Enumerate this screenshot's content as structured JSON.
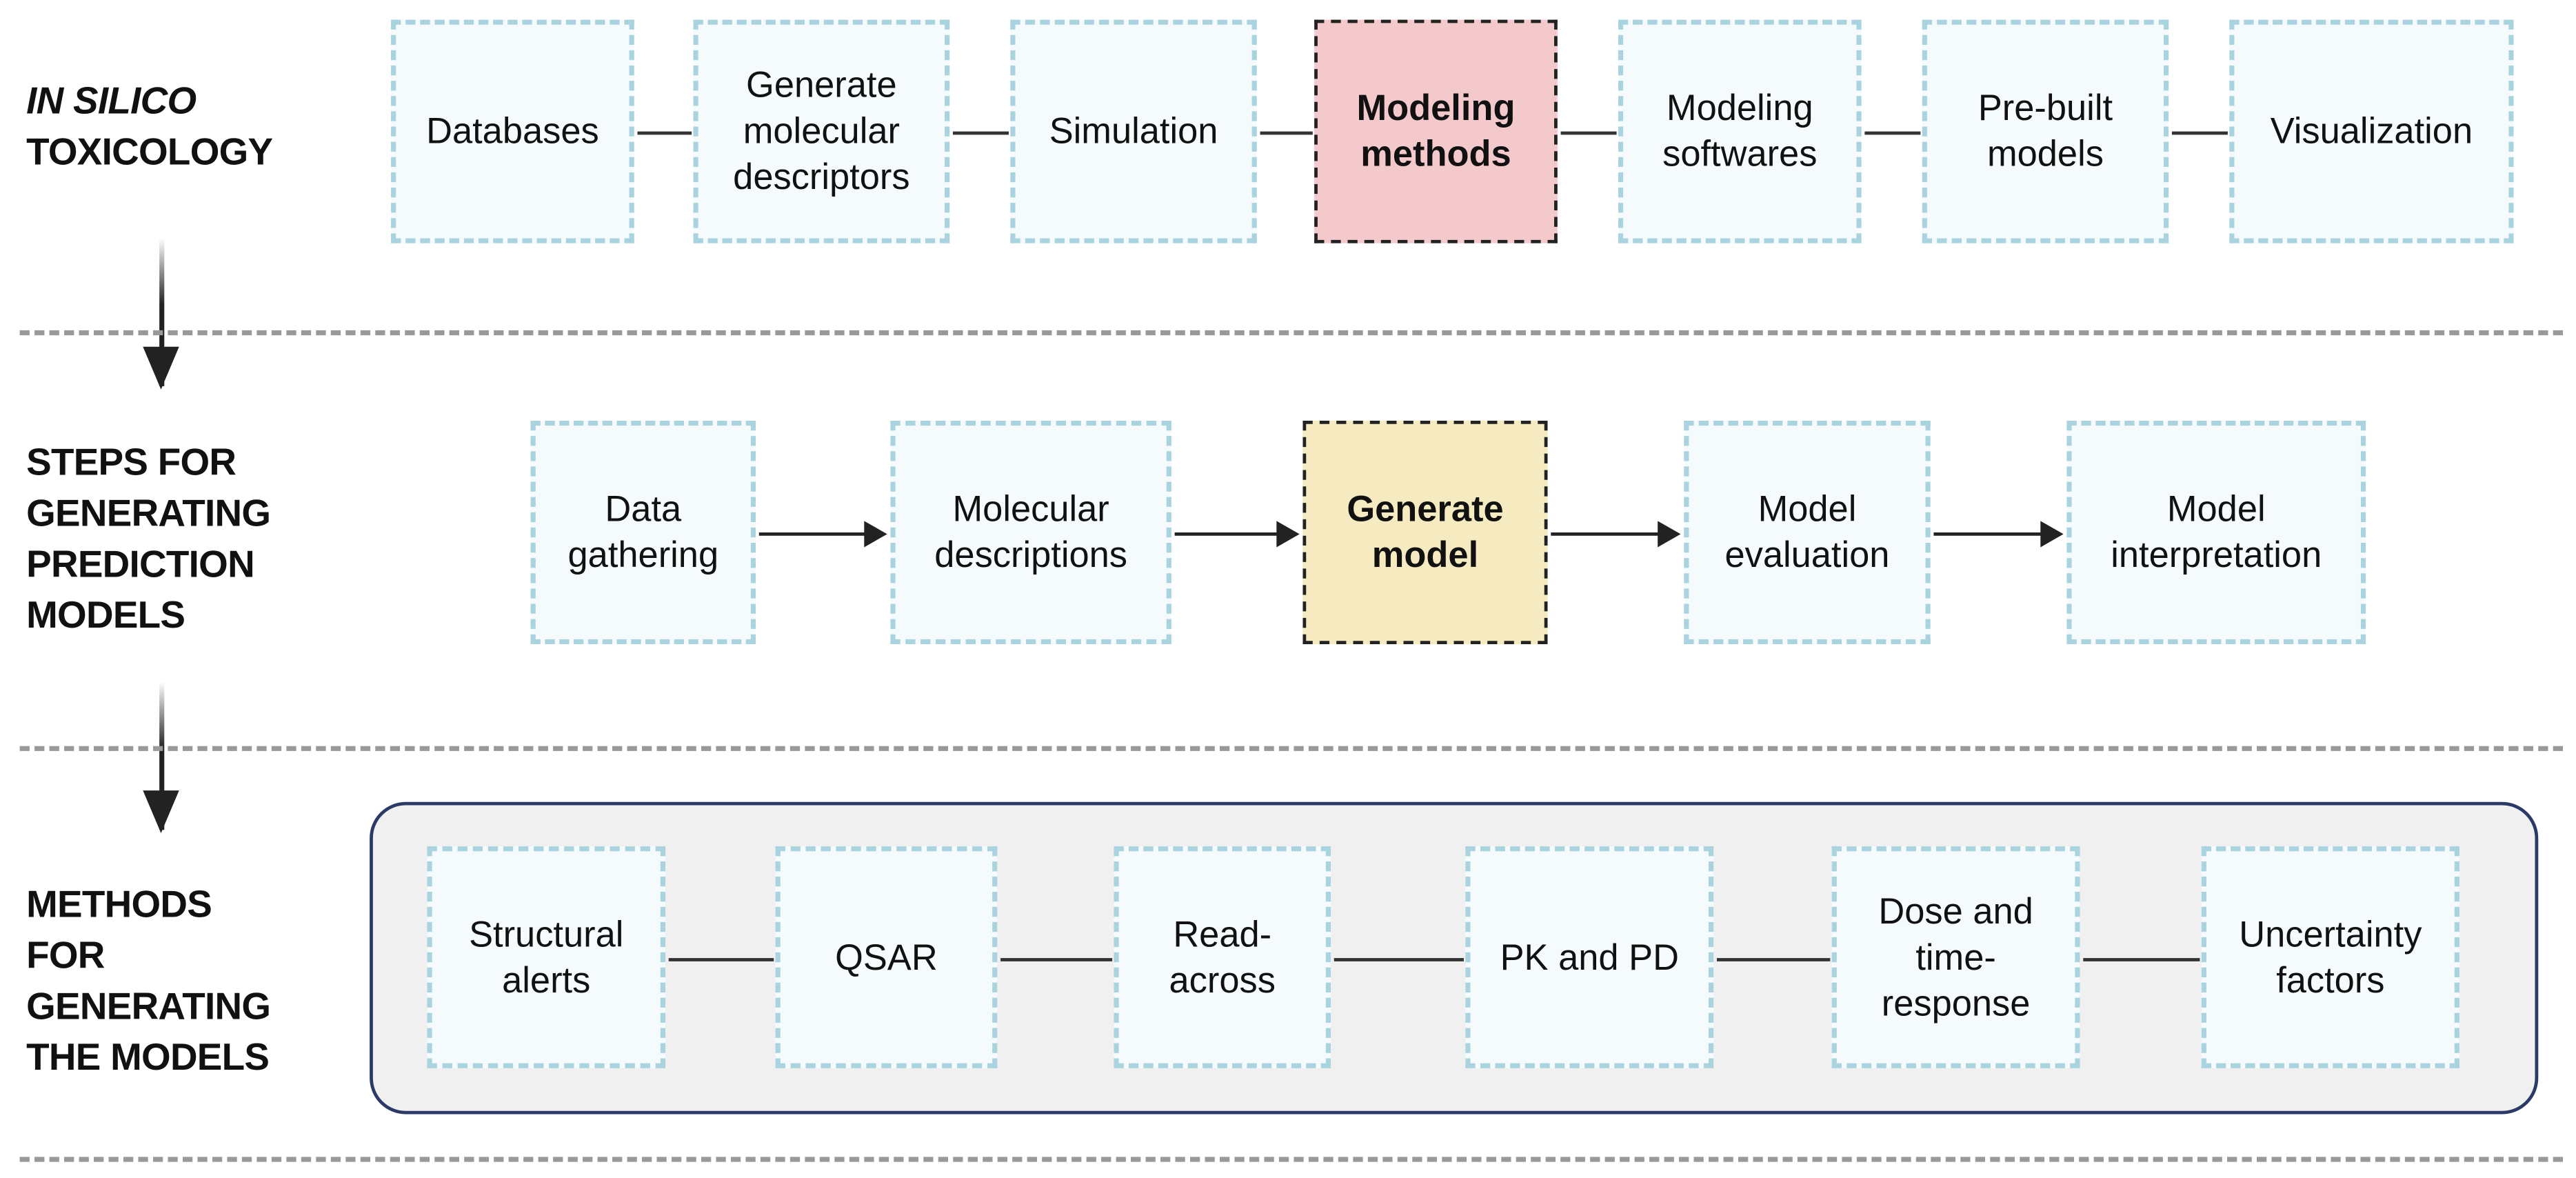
{
  "sections": [
    {
      "label_lines": [
        "IN SILICO",
        "TOXICOLOGY"
      ],
      "label_italic_first_line": true,
      "items": [
        "Databases",
        "Generate molecular descriptors",
        "Simulation",
        "Modeling methods",
        "Modeling softwares",
        "Pre-built models",
        "Visualization"
      ],
      "highlight": "Modeling methods",
      "highlight_color": "#f4c9cb",
      "connector": "line"
    },
    {
      "label_lines": [
        "STEPS FOR",
        "GENERATING",
        "PREDICTION",
        "MODELS"
      ],
      "items": [
        "Data gathering",
        "Molecular descriptions",
        "Generate model",
        "Model evaluation",
        "Model interpretation"
      ],
      "highlight": "Generate model",
      "highlight_color": "#f6ebc0",
      "connector": "arrow"
    },
    {
      "label_lines": [
        "METHODS",
        "FOR",
        "GENERATING",
        "THE MODELS"
      ],
      "items": [
        "Structural alerts",
        "QSAR",
        "Read-across",
        "PK and PD",
        "Dose and time-response",
        "Uncertainty factors"
      ],
      "connector": "line"
    }
  ],
  "colors": {
    "box_fill": "#f5fbfd",
    "box_border": "#a9d3df",
    "panel_fill": "#f0f0f0",
    "panel_border": "#2b3a67"
  }
}
